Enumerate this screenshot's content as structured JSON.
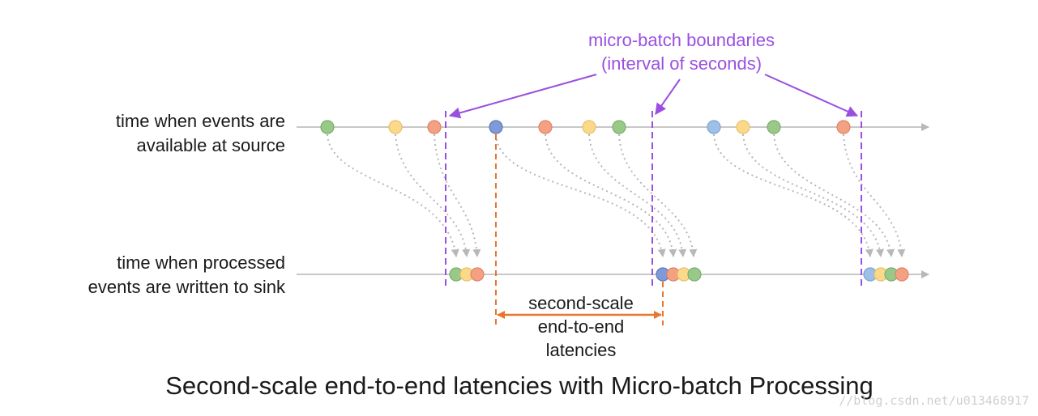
{
  "labels": {
    "source_axis": [
      "time when events are",
      "available at source"
    ],
    "sink_axis": [
      "time when processed",
      "events are written to sink"
    ],
    "boundaries_callout": [
      "micro-batch boundaries",
      "(interval of seconds)"
    ],
    "latency_callout": [
      "second-scale",
      "end-to-end",
      "latencies"
    ],
    "caption": "Second-scale end-to-end latencies with Micro-batch Processing",
    "watermark": "//blog.csdn.net/u013468917"
  },
  "colors": {
    "axis": "#c8c8c8",
    "flow": "#b8b8b8",
    "boundary": "#9a4fe0",
    "latency": "#e8762f",
    "green": "#98c989",
    "yellow": "#fcd98a",
    "orange": "#f4a183",
    "blue": "#9dbfe8",
    "darkblue": "#7f9ad6"
  },
  "event_colors_in_order": [
    "green",
    "yellow",
    "orange",
    "darkblue",
    "orange",
    "yellow",
    "green",
    "blue",
    "yellow",
    "green",
    "orange"
  ],
  "sink_batches": [
    [
      "green",
      "yellow",
      "orange"
    ],
    [
      "darkblue",
      "orange",
      "yellow",
      "green"
    ],
    [
      "blue",
      "yellow",
      "green",
      "orange"
    ]
  ]
}
